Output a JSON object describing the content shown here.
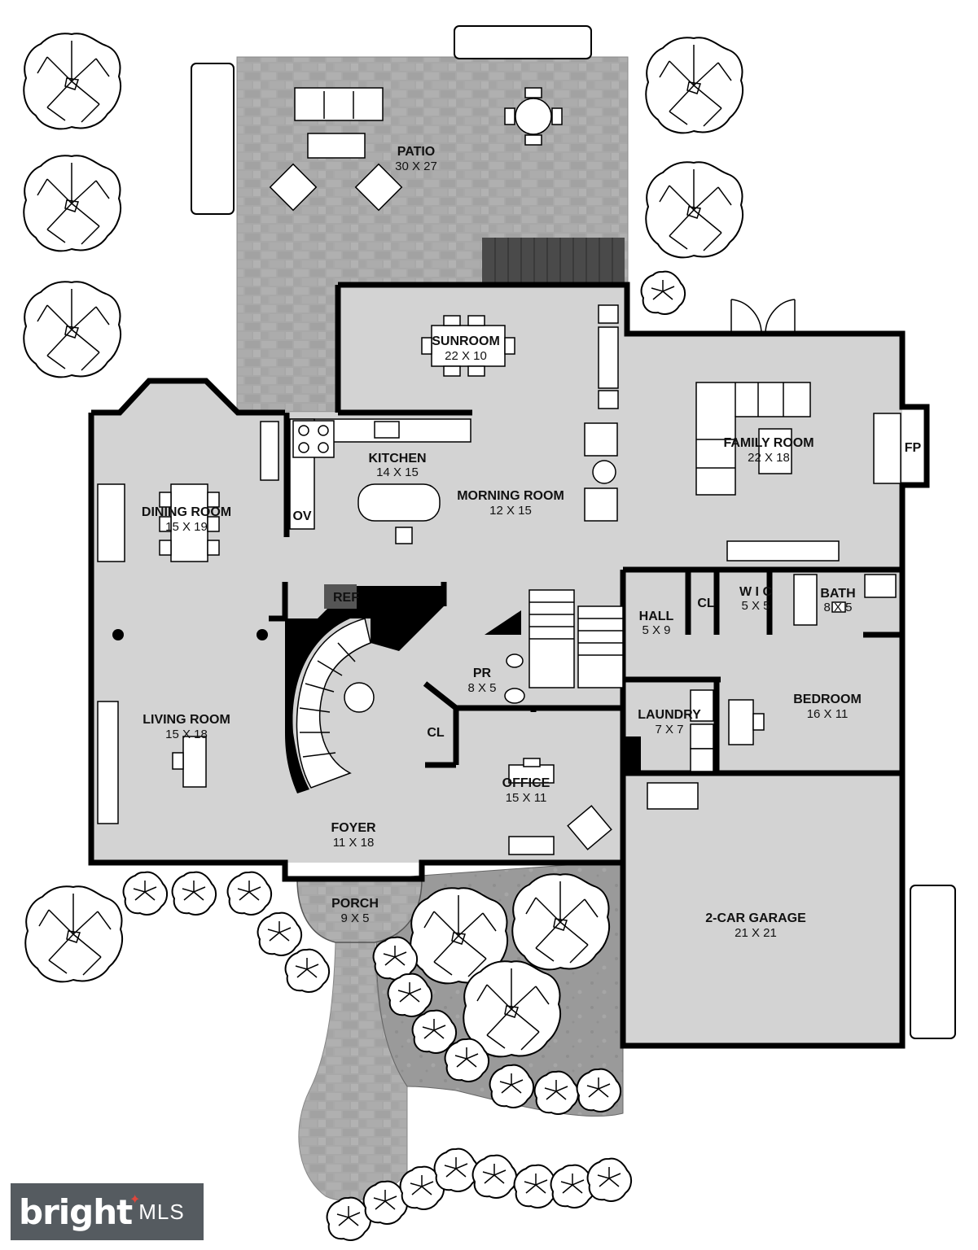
{
  "rooms": {
    "patio": {
      "name": "PATIO",
      "dim": "30 X 27"
    },
    "sunroom": {
      "name": "SUNROOM",
      "dim": "22 X 10"
    },
    "kitchen": {
      "name": "KITCHEN",
      "dim": "14 X 15"
    },
    "morning_room": {
      "name": "MORNING ROOM",
      "dim": "12 X 15"
    },
    "family_room": {
      "name": "FAMILY ROOM",
      "dim": "22 X 18"
    },
    "dining_room": {
      "name": "DINING ROOM",
      "dim": "15 X 19"
    },
    "living_room": {
      "name": "LIVING ROOM",
      "dim": "15 X 18"
    },
    "foyer": {
      "name": "FOYER",
      "dim": "11 X 18"
    },
    "porch": {
      "name": "PORCH",
      "dim": "9 X 5"
    },
    "office": {
      "name": "OFFICE",
      "dim": "15 X 11"
    },
    "powder_room": {
      "name": "PR",
      "dim": "8 X 5"
    },
    "hall": {
      "name": "HALL",
      "dim": "5 X 9"
    },
    "wic": {
      "name": "W I C",
      "dim": "5 X 5"
    },
    "bath": {
      "name": "BATH",
      "dim": "8 X 5"
    },
    "bedroom": {
      "name": "BEDROOM",
      "dim": "16 X 11"
    },
    "laundry": {
      "name": "LAUNDRY",
      "dim": "7 X 7"
    },
    "garage": {
      "name": "2-CAR GARAGE",
      "dim": "21 X 21"
    }
  },
  "fixtures": {
    "oven": "OV",
    "refrigerator": "REF",
    "fireplace": "FP",
    "closet": "CL"
  },
  "logo": {
    "brand": "bright",
    "suffix": "MLS"
  },
  "colors": {
    "floor": "#d3d3d3",
    "paving": "#a9a9a9",
    "wall": "#000000",
    "logo_bg": "#555b60",
    "logo_accent": "#e0463c"
  }
}
